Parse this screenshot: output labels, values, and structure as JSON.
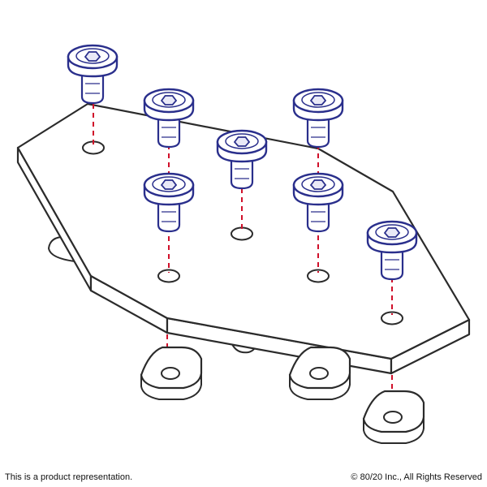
{
  "diagram": {
    "subject": "flat plate with button head socket cap screws and drop-in T-nuts",
    "screw_count": 7,
    "tnut_count": 3,
    "hole_count": 7,
    "colors": {
      "outline": "#2b2b2b",
      "fastener": "#2a2f8c",
      "fastener_highlight": "#e9e9f7",
      "guide_line": "#d0102a",
      "background": "#ffffff"
    }
  },
  "footer": {
    "disclaimer": "This is a product representation.",
    "copyright": "© 80/20 Inc., All Rights Reserved"
  }
}
